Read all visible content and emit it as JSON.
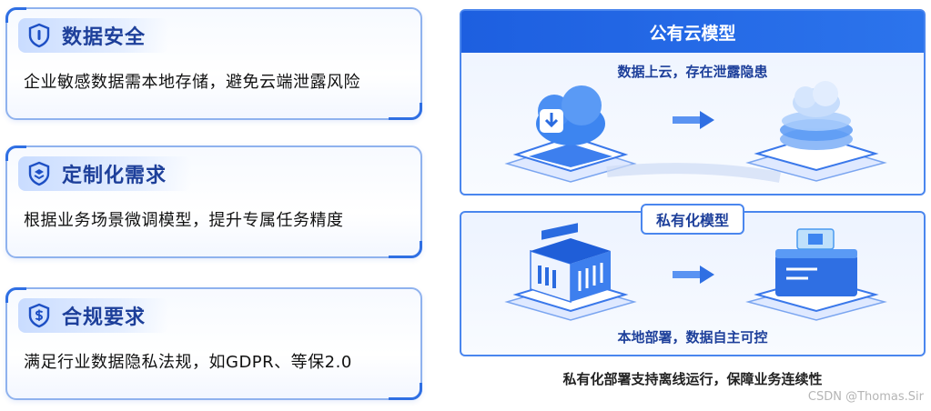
{
  "features": [
    {
      "title": "数据安全",
      "description": "企业敏感数据需本地存储，避免云端泄露风险",
      "icon": "info-shield-icon"
    },
    {
      "title": "定制化需求",
      "description": "根据业务场景微调模型，提升专属任务精度",
      "icon": "layers-shield-icon"
    },
    {
      "title": "合规要求",
      "description": "满足行业数据隐私法规，如GDPR、等保2.0",
      "icon": "dollar-shield-icon"
    }
  ],
  "public_cloud": {
    "header": "公有云模型",
    "subtitle": "数据上云，存在泄露隐患"
  },
  "private_model": {
    "tag": "私有化模型",
    "caption": "本地部署，数据自主可控"
  },
  "footer": "私有化部署支持离线运行，保障业务连续性",
  "watermark": "CSDN @Thomas.Sir",
  "colors": {
    "accent": "#1d5fe0",
    "title": "#1d3f9a",
    "border": "#8fb2ee"
  }
}
